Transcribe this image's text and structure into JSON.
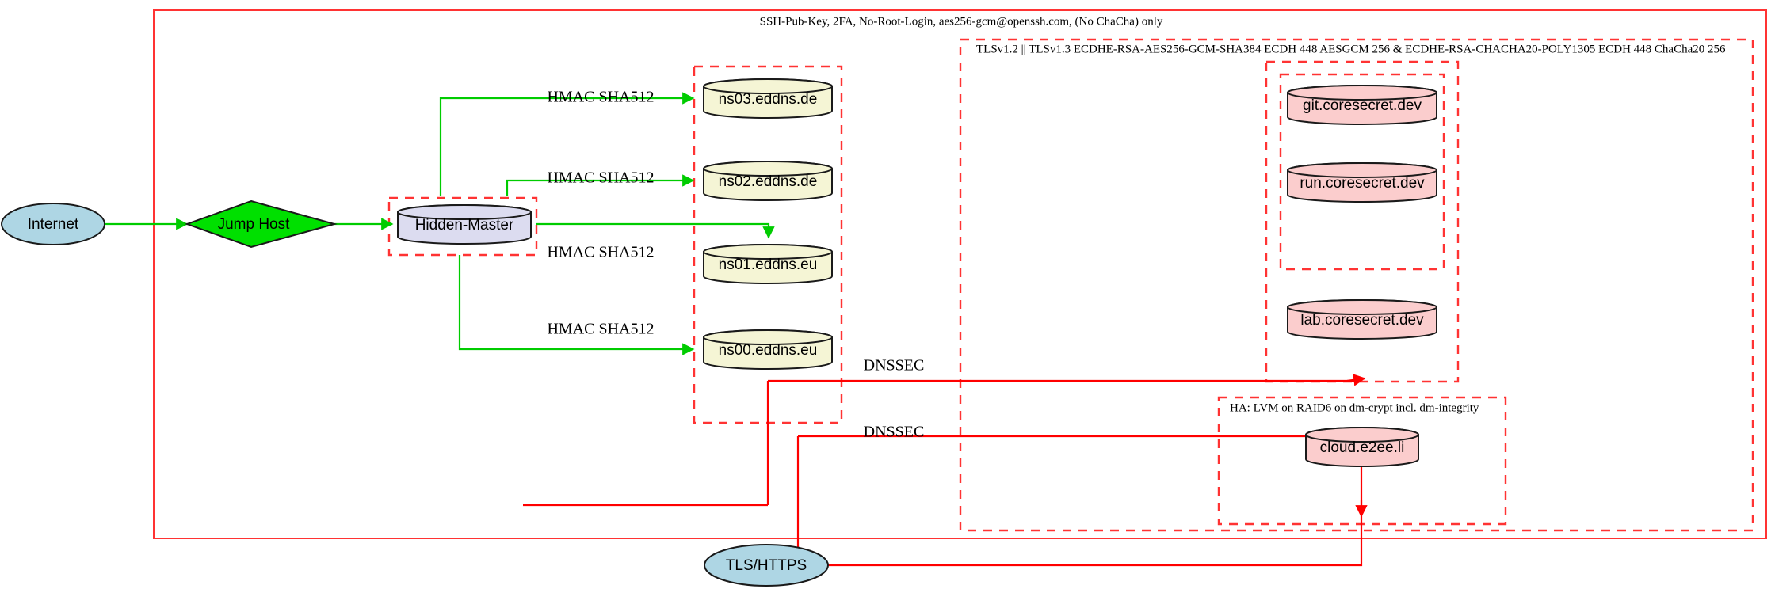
{
  "diagram": {
    "title": "Infrastructure security topology",
    "colors": {
      "edge_green": "#00cc00",
      "edge_red": "#ff0000",
      "cluster_red": "#ff3333",
      "node_blue": "#aed6e4",
      "node_green": "#00e000",
      "node_lavender": "#dcdcf0",
      "node_cream": "#f5f5d5",
      "node_pink": "#fbcdcd",
      "outline": "#1a1a1a",
      "background": "#ffffff"
    },
    "clusters": [
      {
        "id": "ssh-zone",
        "label": "SSH-Pub-Key, 2FA, No-Root-Login, aes256-gcm@openssh.com, (No ChaCha) only",
        "style": "solid"
      },
      {
        "id": "tls-zone",
        "label": "TLSv1.2 || TLSv1.3 ECDHE-RSA-AES256-GCM-SHA384 ECDH 448 AESGCM 256 & ECDHE-RSA-CHACHA20-POLY1305 ECDH 448 ChaCha20 256",
        "style": "dashed"
      },
      {
        "id": "ha-zone",
        "label": "HA: LVM on RAID6 on dm-crypt incl. dm-integrity",
        "style": "dashed"
      },
      {
        "id": "hidden-master-zone",
        "label": "",
        "style": "dashed"
      },
      {
        "id": "nameserver-zone",
        "label": "",
        "style": "dashed"
      },
      {
        "id": "coresecret-zone",
        "label": "",
        "style": "dashed"
      },
      {
        "id": "coresecret-inner-zone",
        "label": "",
        "style": "dashed"
      },
      {
        "id": "cloud-zone",
        "label": "",
        "style": "dashed"
      }
    ],
    "nodes": [
      {
        "id": "internet",
        "label": "Internet",
        "shape": "ellipse",
        "fill": "#aed6e4"
      },
      {
        "id": "jump-host",
        "label": "Jump Host",
        "shape": "diamond",
        "fill": "#00e000"
      },
      {
        "id": "hidden-master",
        "label": "Hidden-Master",
        "shape": "cylinder",
        "fill": "#dcdcf0"
      },
      {
        "id": "ns03",
        "label": "ns03.eddns.de",
        "shape": "cylinder",
        "fill": "#f5f5d5"
      },
      {
        "id": "ns02",
        "label": "ns02.eddns.de",
        "shape": "cylinder",
        "fill": "#f5f5d5"
      },
      {
        "id": "ns01",
        "label": "ns01.eddns.eu",
        "shape": "cylinder",
        "fill": "#f5f5d5"
      },
      {
        "id": "ns00",
        "label": "ns00.eddns.eu",
        "shape": "cylinder",
        "fill": "#f5f5d5"
      },
      {
        "id": "git",
        "label": "git.coresecret.dev",
        "shape": "cylinder",
        "fill": "#fbcdcd"
      },
      {
        "id": "run",
        "label": "run.coresecret.dev",
        "shape": "cylinder",
        "fill": "#fbcdcd"
      },
      {
        "id": "lab",
        "label": "lab.coresecret.dev",
        "shape": "cylinder",
        "fill": "#fbcdcd"
      },
      {
        "id": "cloud",
        "label": "cloud.e2ee.li",
        "shape": "cylinder",
        "fill": "#fbcdcd"
      },
      {
        "id": "tls-https",
        "label": "TLS/HTTPS",
        "shape": "ellipse",
        "fill": "#aed6e4"
      }
    ],
    "edges": [
      {
        "id": "e-internet-jump",
        "from": "internet",
        "to": "jump-host",
        "label": "",
        "color": "green"
      },
      {
        "id": "e-jump-master",
        "from": "jump-host",
        "to": "hidden-master",
        "label": "",
        "color": "green"
      },
      {
        "id": "e-master-ns03",
        "from": "hidden-master",
        "to": "ns03",
        "label": "HMAC SHA512",
        "color": "green"
      },
      {
        "id": "e-master-ns02",
        "from": "hidden-master",
        "to": "ns02",
        "label": "HMAC SHA512",
        "color": "green"
      },
      {
        "id": "e-master-ns01",
        "from": "hidden-master",
        "to": "ns01",
        "label": "HMAC SHA512",
        "color": "green"
      },
      {
        "id": "e-master-ns00",
        "from": "hidden-master",
        "to": "ns00",
        "label": "HMAC SHA512",
        "color": "green"
      },
      {
        "id": "e-dnssec-upper",
        "from": "nameserver-zone",
        "to": "coresecret-zone",
        "label": "DNSSEC",
        "color": "red"
      },
      {
        "id": "e-dnssec-lower",
        "from": "nameserver-zone",
        "to": "cloud-zone",
        "label": "DNSSEC",
        "color": "red"
      },
      {
        "id": "e-tls-coresecret",
        "from": "tls-https",
        "to": "coresecret-zone",
        "label": "",
        "color": "red"
      },
      {
        "id": "e-tls-cloud",
        "from": "tls-https",
        "to": "cloud-zone",
        "label": "",
        "color": "red"
      }
    ],
    "edge_labels": {
      "hmac": "HMAC SHA512",
      "dnssec": "DNSSEC"
    }
  }
}
